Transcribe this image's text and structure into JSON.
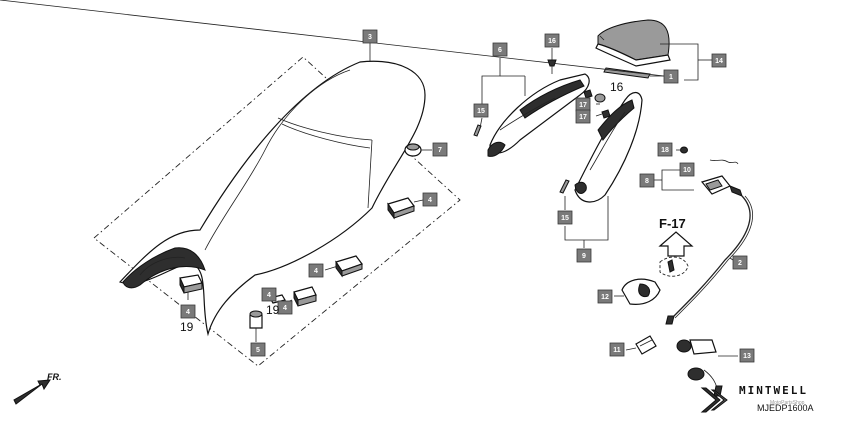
{
  "callouts": {
    "c1": "1",
    "c2": "2",
    "c3": "3",
    "c4a": "4",
    "c4b": "4",
    "c4c": "4",
    "c4d": "4",
    "c4e": "4",
    "c5": "5",
    "c6": "6",
    "c7": "7",
    "c8": "8",
    "c9": "9",
    "c10": "10",
    "c11": "11",
    "c12": "12",
    "c13": "13",
    "c14": "14",
    "c15a": "15",
    "c15b": "15",
    "c16": "16",
    "c17a": "17",
    "c17b": "17",
    "c18": "18"
  },
  "plain_numbers": {
    "n16": "16",
    "n19a": "19",
    "n19b": "19"
  },
  "figure_ref": "F-17",
  "front_marker": "FR.",
  "brand": {
    "name": "MINTWELL",
    "watermark": "MotoPartsShop"
  },
  "diagram_code": "MJEDP1600A"
}
